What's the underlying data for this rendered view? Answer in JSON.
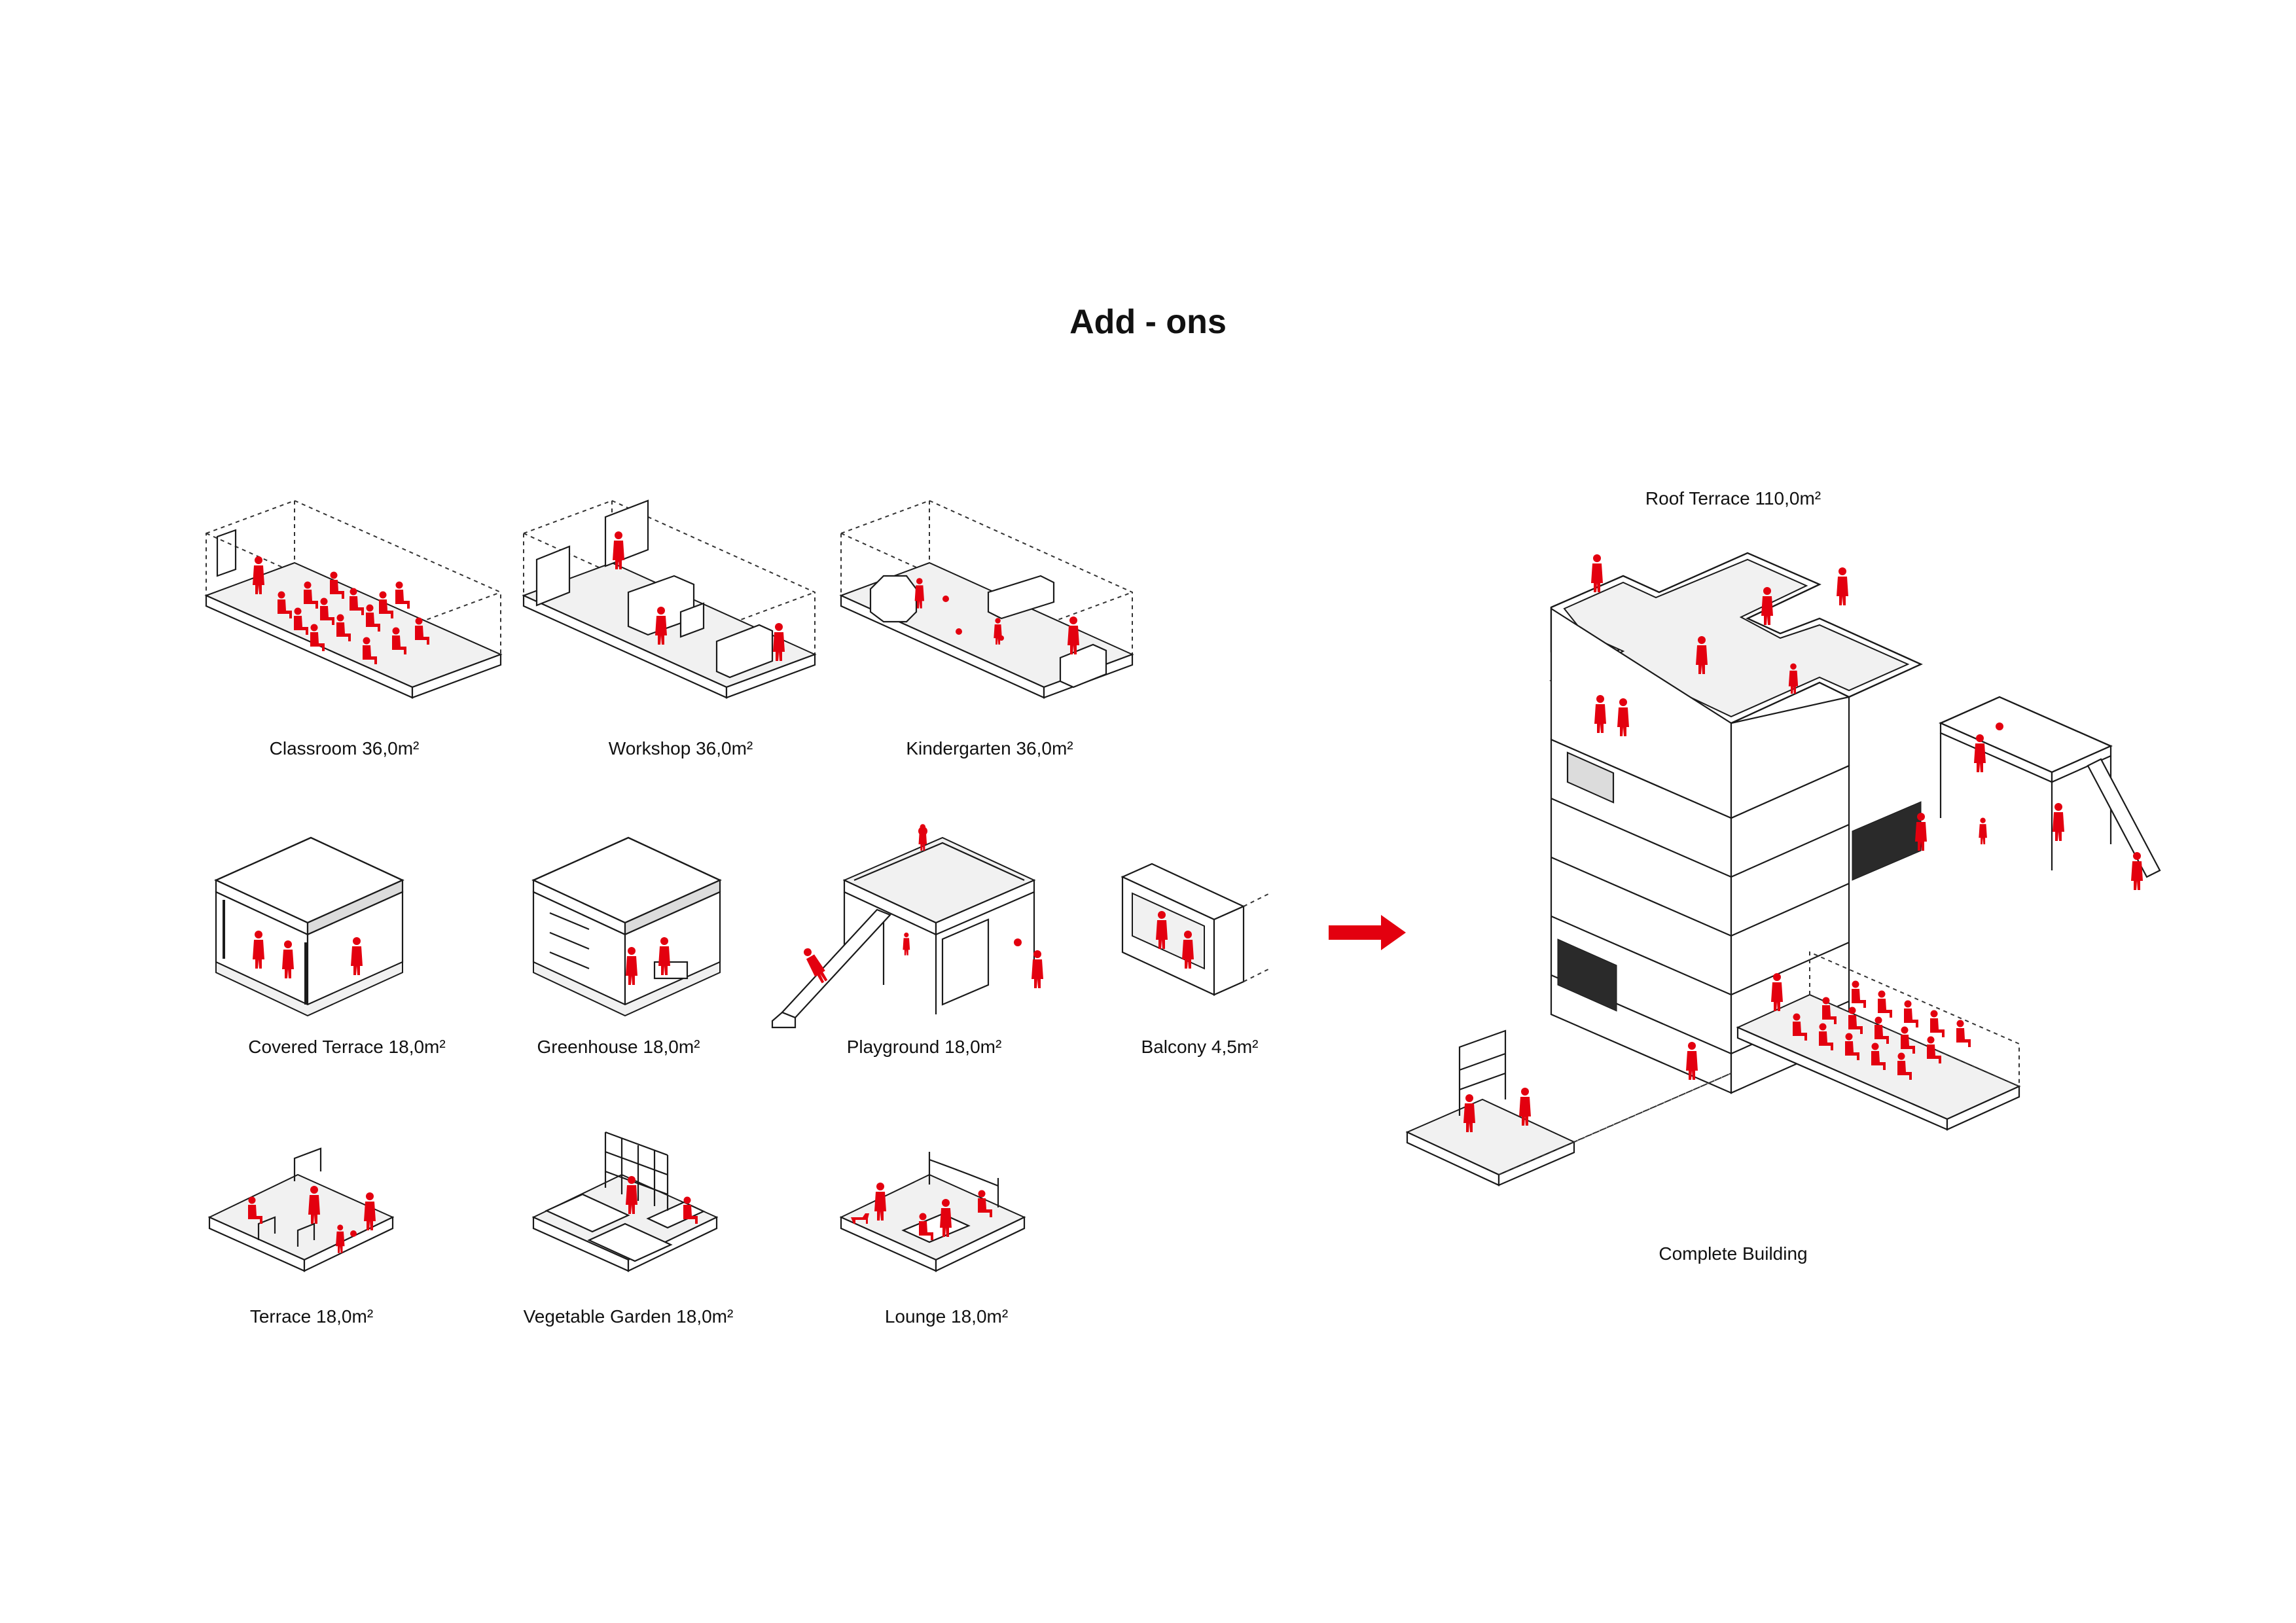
{
  "title": "Add - ons",
  "accent_color": "#e3000f",
  "modules": [
    {
      "id": "classroom",
      "label": "Classroom 36,0m²"
    },
    {
      "id": "workshop",
      "label": "Workshop 36,0m²"
    },
    {
      "id": "kindergarten",
      "label": "Kindergarten 36,0m²"
    },
    {
      "id": "covered-terrace",
      "label": "Covered Terrace 18,0m²"
    },
    {
      "id": "greenhouse",
      "label": "Greenhouse 18,0m²"
    },
    {
      "id": "playground",
      "label": "Playground 18,0m²"
    },
    {
      "id": "balcony",
      "label": "Balcony 4,5m²"
    },
    {
      "id": "terrace",
      "label": "Terrace 18,0m²"
    },
    {
      "id": "vegetable-garden",
      "label": "Vegetable Garden 18,0m²"
    },
    {
      "id": "lounge",
      "label": "Lounge 18,0m²"
    }
  ],
  "building": {
    "roof_label": "Roof Terrace 110,0m²",
    "label": "Complete Building"
  },
  "arrow_icon": "arrow-right-icon"
}
